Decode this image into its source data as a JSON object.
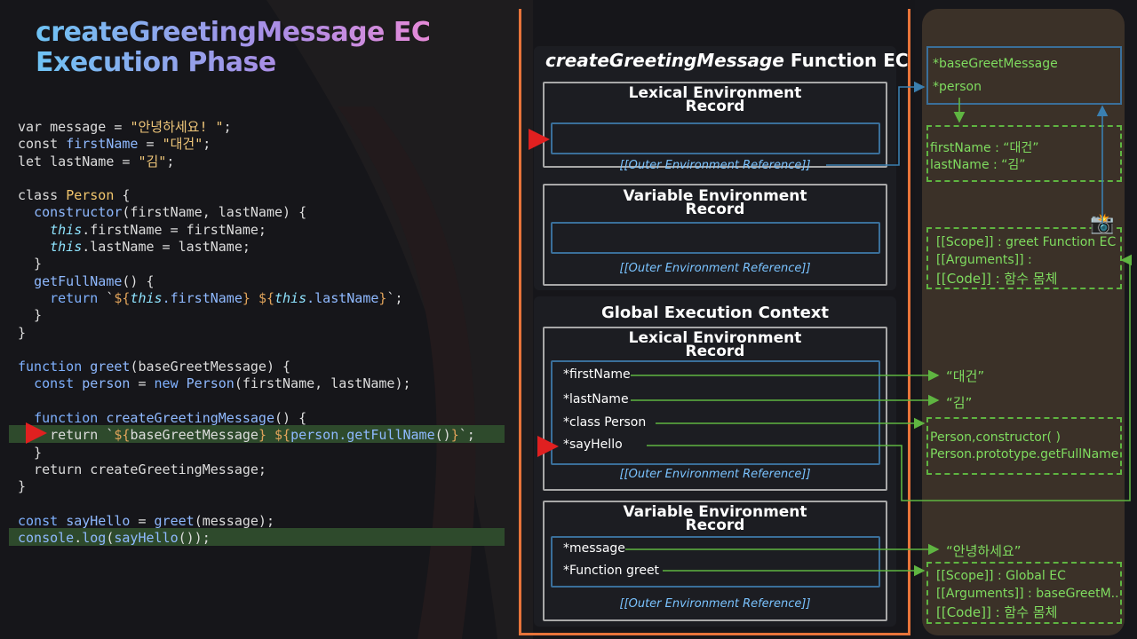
{
  "title": {
    "line1": "createGreetingMessage EC",
    "line2": "Execution Phase"
  },
  "code": {
    "l1": [
      [
        "plain",
        "var message = "
      ],
      [
        "str",
        "\"안녕하세요! \""
      ],
      [
        "plain",
        ";"
      ]
    ],
    "l2": [
      [
        "plain",
        "const "
      ],
      [
        "fn",
        "firstName"
      ],
      [
        "plain",
        " = "
      ],
      [
        "str",
        "\"대건\""
      ],
      [
        "plain",
        ";"
      ]
    ],
    "l3": [
      [
        "plain",
        "let lastName = "
      ],
      [
        "str",
        "\"김\""
      ],
      [
        "plain",
        ";"
      ]
    ],
    "l4": [],
    "l5": [
      [
        "plain",
        "class "
      ],
      [
        "cls",
        "Person"
      ],
      [
        "plain",
        " {"
      ]
    ],
    "l6": [
      [
        "plain",
        "  "
      ],
      [
        "fn",
        "constructor"
      ],
      [
        "plain",
        "(firstName, lastName) {"
      ]
    ],
    "l7": [
      [
        "plain",
        "    "
      ],
      [
        "it",
        "this"
      ],
      [
        "plain",
        ".firstName = firstName;"
      ]
    ],
    "l8": [
      [
        "plain",
        "    "
      ],
      [
        "it",
        "this"
      ],
      [
        "plain",
        ".lastName = lastName;"
      ]
    ],
    "l9": [
      [
        "plain",
        "  }"
      ]
    ],
    "l10": [
      [
        "plain",
        "  "
      ],
      [
        "fn",
        "getFullName"
      ],
      [
        "plain",
        "() {"
      ]
    ],
    "l11": [
      [
        "plain",
        "    "
      ],
      [
        "kw",
        "return"
      ],
      [
        "plain",
        " `"
      ],
      [
        "tp",
        "${"
      ],
      [
        "it",
        "this"
      ],
      [
        "fn",
        ".firstName"
      ],
      [
        "tp",
        "}"
      ],
      [
        "plain",
        " "
      ],
      [
        "tp",
        "${"
      ],
      [
        "it",
        "this"
      ],
      [
        "fn",
        ".lastName"
      ],
      [
        "tp",
        "}"
      ],
      [
        "plain",
        "`;"
      ]
    ],
    "l12": [
      [
        "plain",
        "  }"
      ]
    ],
    "l13": [
      [
        "plain",
        "}"
      ]
    ],
    "l14": [],
    "l15": [
      [
        "kw",
        "function"
      ],
      [
        "plain",
        " "
      ],
      [
        "fn",
        "greet"
      ],
      [
        "plain",
        "(baseGreetMessage) {"
      ]
    ],
    "l16": [
      [
        "plain",
        "  "
      ],
      [
        "kw",
        "const"
      ],
      [
        "plain",
        " "
      ],
      [
        "fn",
        "person"
      ],
      [
        "plain",
        " = "
      ],
      [
        "kw",
        "new"
      ],
      [
        "plain",
        " "
      ],
      [
        "fn",
        "Person"
      ],
      [
        "plain",
        "(firstName, lastName);"
      ]
    ],
    "l17": [],
    "l18": [
      [
        "plain",
        "  "
      ],
      [
        "kw",
        "function"
      ],
      [
        "plain",
        " "
      ],
      [
        "fn",
        "createGreetingMessage"
      ],
      [
        "plain",
        "() {"
      ]
    ],
    "l19": [
      [
        "plain",
        "    return `"
      ],
      [
        "tp",
        "${"
      ],
      [
        "plain",
        "baseGreetMessage"
      ],
      [
        "tp",
        "}"
      ],
      [
        "plain",
        " "
      ],
      [
        "tp",
        "${"
      ],
      [
        "fn",
        "person.getFullName"
      ],
      [
        "plain",
        "()"
      ],
      [
        "tp",
        "}"
      ],
      [
        "plain",
        "`;"
      ]
    ],
    "l20": [
      [
        "plain",
        "  }"
      ]
    ],
    "l21": [
      [
        "plain",
        "  return createGreetingMessage;"
      ]
    ],
    "l22": [
      [
        "plain",
        "}"
      ]
    ],
    "l23": [],
    "l24": [
      [
        "kw",
        "const"
      ],
      [
        "plain",
        " "
      ],
      [
        "fn",
        "sayHello"
      ],
      [
        "plain",
        " = "
      ],
      [
        "fn",
        "greet"
      ],
      [
        "plain",
        "(message);"
      ]
    ],
    "l25": [
      [
        "fn",
        "console"
      ],
      [
        "plain",
        "."
      ],
      [
        "fn",
        "log"
      ],
      [
        "plain",
        "("
      ],
      [
        "fn",
        "sayHello"
      ],
      [
        "plain",
        "());"
      ]
    ]
  },
  "fec": {
    "title_italic": "createGreetingMessage",
    "title_rest": " Function EC",
    "lexical": {
      "title1": "Lexical Environment",
      "title2": "Record",
      "outer": "[[Outer Environment Reference]]"
    },
    "variable": {
      "title1": "Variable Environment",
      "title2": "Record",
      "outer": "[[Outer Environment Reference]]"
    }
  },
  "gec": {
    "title": "Global Execution Context",
    "lexical": {
      "title1": "Lexical Environment",
      "title2": "Record",
      "vars": [
        "*firstName",
        "*lastName",
        "*class Person",
        "*sayHello"
      ],
      "outer": "[[Outer Environment Reference]]"
    },
    "variable": {
      "title1": "Variable Environment",
      "title2": "Record",
      "vars": [
        "*message",
        "*Function greet"
      ],
      "outer": "[[Outer Environment Reference]]"
    }
  },
  "side": {
    "greet_env": {
      "l1": "*baseGreetMessage",
      "l2": "*person"
    },
    "person_obj": {
      "l1": "firstName : “대건”",
      "l2": "lastName : “김”"
    },
    "greet_fn": {
      "l1": "[[Scope]]  : greet Function EC",
      "l2": "[[Arguments]] :",
      "l3": "[[Code]] : 함수 몸체"
    },
    "val_firstname": "“대건”",
    "val_lastname": "“김”",
    "person_class": {
      "l1": "Person,constructor( )",
      "l2": "Person.prototype.getFullName"
    },
    "val_message": "“안녕하세요”",
    "greet_global": {
      "l1": "[[Scope]]  : Global EC",
      "l2": "[[Arguments]] : baseGreetM..",
      "l3": "[[Code]] : 함수 몸체"
    }
  },
  "colors": {
    "accent_orange": "#e8743a",
    "green": "#7fdc5f",
    "blue": "#3a6f9a",
    "arrow_red": "#e02020"
  }
}
